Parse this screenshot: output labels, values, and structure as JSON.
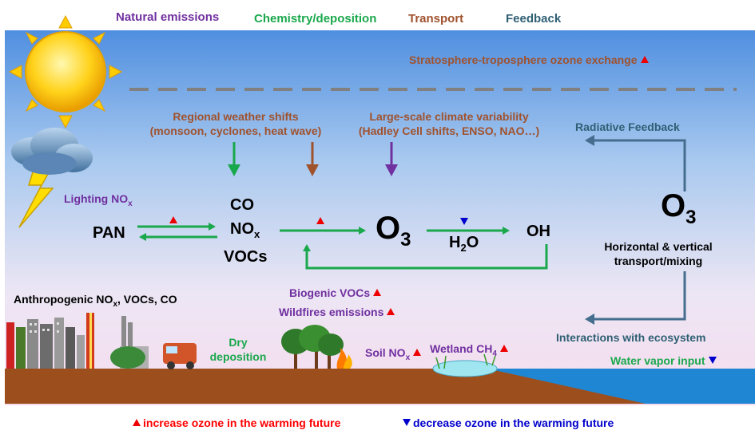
{
  "legend_top": {
    "natural": "Natural emissions",
    "chemistry": "Chemistry/deposition",
    "transport": "Transport",
    "feedback": "Feedback"
  },
  "strat_exchange": "Stratosphere-troposphere ozone exchange",
  "regional_weather": {
    "line1": "Regional weather shifts",
    "line2": "(monsoon, cyclones, heat wave)"
  },
  "climate_variability": {
    "line1": "Large-scale climate variability",
    "line2": "(Hadley Cell shifts, ENSO, NAO…)"
  },
  "radiative_feedback": "Radiative Feedback",
  "lightning": {
    "text": "Lighting NO",
    "sub": "x"
  },
  "species": {
    "co": "CO",
    "nox": "NO",
    "nox_sub": "x",
    "vocs": "VOCs",
    "pan": "PAN",
    "o3": "O",
    "o3_sub": "3",
    "h2o_h": "H",
    "h2o_sub": "2",
    "h2o_o": "O",
    "oh": "OH"
  },
  "right_o3": {
    "o": "O",
    "sub": "3"
  },
  "transport_mixing": {
    "line1": "Horizontal & vertical",
    "line2": "transport/mixing"
  },
  "anthropogenic": {
    "a": "Anthropogenic NO",
    "sub": "x",
    "b": ", VOCs, CO"
  },
  "biogenic": "Biogenic VOCs",
  "wildfires": "Wildfires emissions",
  "dry_deposition": {
    "line1": "Dry",
    "line2": "deposition"
  },
  "soil": {
    "text": "Soil NO",
    "sub": "x"
  },
  "wetland": {
    "text": "Wetland CH",
    "sub": "4"
  },
  "ecosystem": "Interactions with ecosystem",
  "water_vapor": "Water vapor input",
  "legend_bottom": {
    "increase": "increase ozone in the warming future",
    "decrease": "decrease ozone in the warming future"
  },
  "colors": {
    "natural": "#7030a0",
    "chemistry": "#1aa84c",
    "transport": "#a0522d",
    "feedback": "#2f5f74",
    "increase": "#ff0000",
    "decrease": "#0000cc"
  }
}
